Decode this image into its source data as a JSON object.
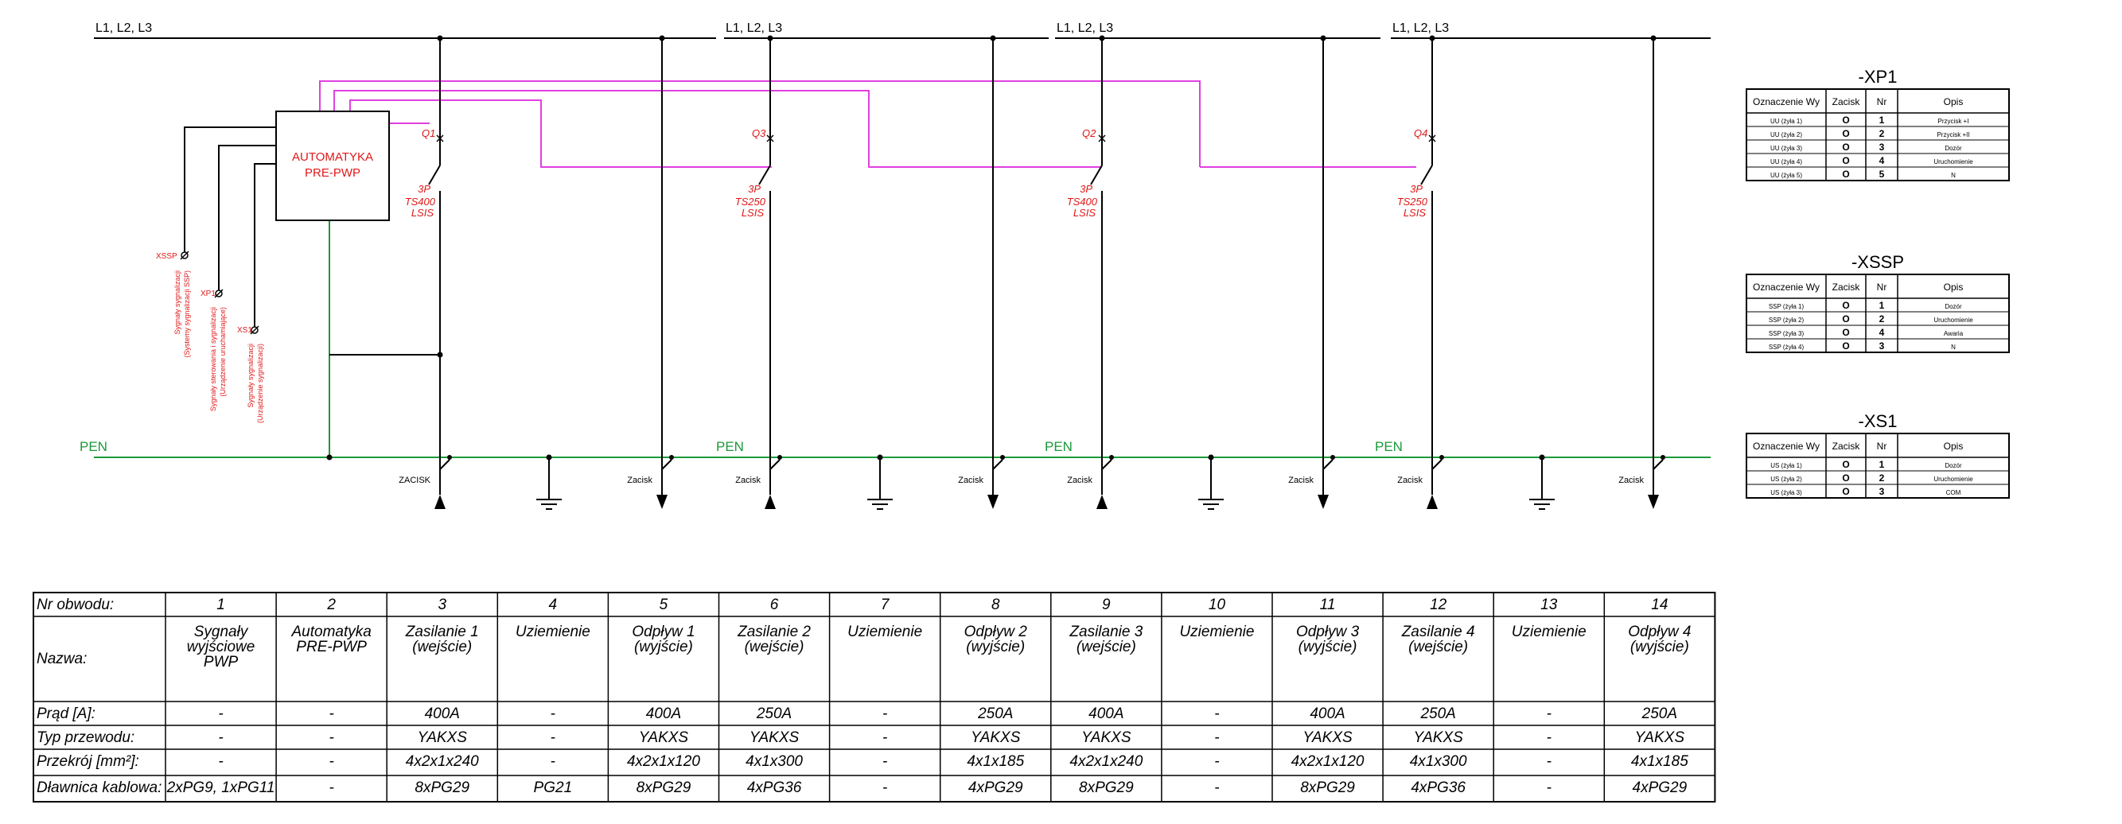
{
  "busbar_label": "L1, L2, L3",
  "pen_label": "PEN",
  "automatyka": {
    "line1": "AUTOMATYKA",
    "line2": "PRE-PWP"
  },
  "switches": [
    {
      "id": "Q1",
      "poles": "3P",
      "type": "TS400",
      "trip": "LSIS"
    },
    {
      "id": "Q3",
      "poles": "3P",
      "type": "TS250",
      "trip": "LSIS"
    },
    {
      "id": "Q2",
      "poles": "3P",
      "type": "TS400",
      "trip": "LSIS"
    },
    {
      "id": "Q4",
      "poles": "3P",
      "type": "TS250",
      "trip": "LSIS"
    }
  ],
  "connectors": {
    "xssp": "XSSP",
    "xp1": "XP1",
    "xs1": "XS1",
    "text1_a": "Sygnały sygnalizacji",
    "text1_b": "(Systemy sygnalizacji SSP)",
    "text2_a": "Sygnały sterowania i sygnalizacji",
    "text2_b": "(Urządzenie uruchamiające)",
    "text3_a": "Sygnały sygnalizacji",
    "text3_b": "(Urządzenie sygnalizacji)"
  },
  "terminals": [
    "ZACISK",
    "Zacisk",
    "Zacisk",
    "Zacisk",
    "Zacisk",
    "Zacisk",
    "Zacisk",
    "Zacisk"
  ],
  "side_tables": [
    {
      "title": "-XP1",
      "headers": [
        "Oznaczenie Wy",
        "Zacisk",
        "Nr",
        "Opis"
      ],
      "rows": [
        [
          "UU (żyła 1)",
          "O",
          "1",
          "Przycisk +I"
        ],
        [
          "UU (żyła 2)",
          "O",
          "2",
          "Przycisk +II"
        ],
        [
          "UU (żyła 3)",
          "O",
          "3",
          "Dozór"
        ],
        [
          "UU (żyła 4)",
          "O",
          "4",
          "Uruchomienie"
        ],
        [
          "UU (żyła 5)",
          "O",
          "5",
          "N"
        ]
      ]
    },
    {
      "title": "-XSSP",
      "headers": [
        "Oznaczenie Wy",
        "Zacisk",
        "Nr",
        "Opis"
      ],
      "rows": [
        [
          "SSP (żyła 1)",
          "O",
          "1",
          "Dozór"
        ],
        [
          "SSP (żyła 2)",
          "O",
          "2",
          "Uruchomienie"
        ],
        [
          "SSP (żyła 3)",
          "O",
          "4",
          "Awaria"
        ],
        [
          "SSP (żyła 4)",
          "O",
          "3",
          "N"
        ]
      ]
    },
    {
      "title": "-XS1",
      "headers": [
        "Oznaczenie Wy",
        "Zacisk",
        "Nr",
        "Opis"
      ],
      "rows": [
        [
          "US (żyła 1)",
          "O",
          "1",
          "Dozór"
        ],
        [
          "US (żyła 2)",
          "O",
          "2",
          "Uruchomienie"
        ],
        [
          "US (żyła 3)",
          "O",
          "3",
          "COM"
        ]
      ]
    }
  ],
  "circuit_table": {
    "row_labels": [
      "Nr obwodu:",
      "Nazwa:",
      "Prąd [A]:",
      "Typ przewodu:",
      "Przekrój [mm²]:",
      "Dławnica kablowa:"
    ],
    "numbers": [
      "1",
      "2",
      "3",
      "4",
      "5",
      "6",
      "7",
      "8",
      "9",
      "10",
      "11",
      "12",
      "13",
      "14"
    ],
    "names": [
      [
        "Sygnały",
        "wyjściowe",
        "PWP"
      ],
      [
        "Automatyka",
        "PRE-PWP"
      ],
      [
        "Zasilanie 1",
        "(wejście)"
      ],
      [
        "Uziemienie"
      ],
      [
        "Odpływ 1",
        "(wyjście)"
      ],
      [
        "Zasilanie 2",
        "(wejście)"
      ],
      [
        "Uziemienie"
      ],
      [
        "Odpływ 2",
        "(wyjście)"
      ],
      [
        "Zasilanie 3",
        "(wejście)"
      ],
      [
        "Uziemienie"
      ],
      [
        "Odpływ 3",
        "(wyjście)"
      ],
      [
        "Zasilanie 4",
        "(wejście)"
      ],
      [
        "Uziemienie"
      ],
      [
        "Odpływ 4",
        "(wyjście)"
      ]
    ],
    "current": [
      "-",
      "-",
      "400A",
      "-",
      "400A",
      "250A",
      "-",
      "250A",
      "400A",
      "-",
      "400A",
      "250A",
      "-",
      "250A"
    ],
    "cable_type": [
      "-",
      "-",
      "YAKXS",
      "-",
      "YAKXS",
      "YAKXS",
      "-",
      "YAKXS",
      "YAKXS",
      "-",
      "YAKXS",
      "YAKXS",
      "-",
      "YAKXS"
    ],
    "cross_section": [
      "-",
      "-",
      "4x2x1x240",
      "-",
      "4x2x1x120",
      "4x1x300",
      "-",
      "4x1x185",
      "4x2x1x240",
      "-",
      "4x2x1x120",
      "4x1x300",
      "-",
      "4x1x185"
    ],
    "gland": [
      "2xPG9, 1xPG11",
      "-",
      "8xPG29",
      "PG21",
      "8xPG29",
      "4xPG36",
      "-",
      "4xPG29",
      "8xPG29",
      "-",
      "8xPG29",
      "4xPG36",
      "-",
      "4xPG29"
    ]
  },
  "colors": {
    "line": "#000000",
    "pen": "#1a9a3a",
    "signal": "#e040e0",
    "label_red": "#e01818"
  }
}
